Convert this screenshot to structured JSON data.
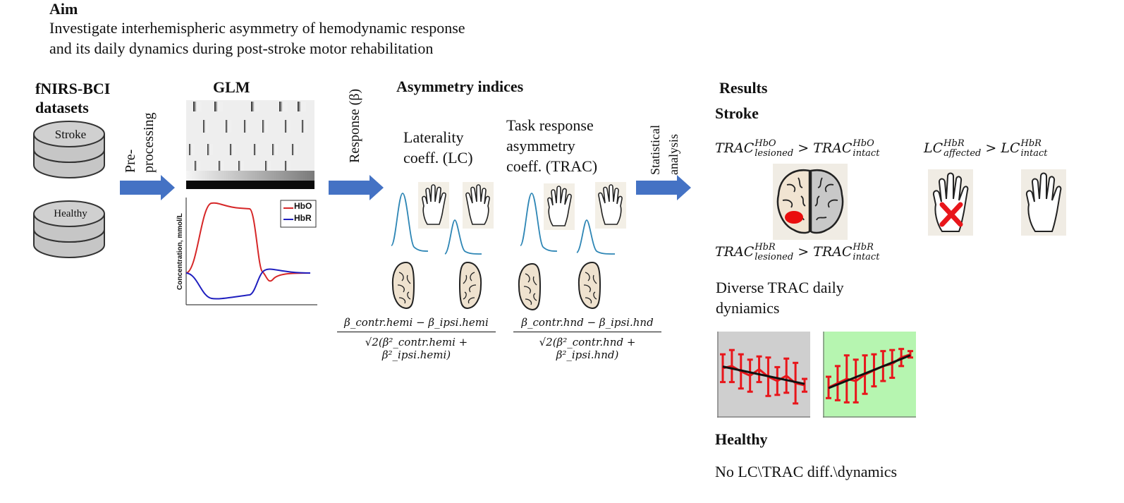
{
  "aim": {
    "title": "Aim",
    "line1": "Investigate interhemispheric asymmetry of hemodynamic response",
    "line2": "and its daily dynamics during post-stroke motor rehabilitation"
  },
  "datasets": {
    "title_line1": "fNIRS-BCI",
    "title_line2": "datasets",
    "stroke_label": "Stroke",
    "healthy_label": "Healthy"
  },
  "steps": {
    "preprocessing_line1": "Pre-",
    "preprocessing_line2": "processing",
    "response": "Response (β)",
    "statistical_line1": "Statistical",
    "statistical_line2": "analysis"
  },
  "glm": {
    "title": "GLM",
    "ylabel": "Concentration, mmol/L",
    "legend_hbo": "HbO",
    "legend_hbr": "HbR",
    "hbo_color": "#d62728",
    "hbr_color": "#1f1fbf"
  },
  "asymmetry": {
    "title": "Asymmetry indices",
    "lc_line1": "Laterality",
    "lc_line2": "coeff. (LC)",
    "trac_line1": "Task response",
    "trac_line2": "asymmetry",
    "trac_line3": "coeff. (TRAC)",
    "lc_formula_num": "β_contr.hemi − β_ipsi.hemi",
    "lc_formula_den": "√2(β²_contr.hemi + β²_ipsi.hemi)",
    "trac_formula_num": "β_contr.hnd − β_ipsi.hnd",
    "trac_formula_den": "√2(β²_contr.hnd + β²_ipsi.hnd)"
  },
  "results": {
    "title": "Results",
    "stroke_title": "Stroke",
    "ineq1_left": "TRAC",
    "ineq1_left_sup": "HbO",
    "ineq1_left_sub": "lesioned",
    "ineq1_right": "TRAC",
    "ineq1_right_sup": "HbO",
    "ineq1_right_sub": "intact",
    "ineq2_left": "LC",
    "ineq2_left_sup": "HbR",
    "ineq2_left_sub": "affected",
    "ineq2_right": "LC",
    "ineq2_right_sup": "HbR",
    "ineq2_right_sub": "intact",
    "ineq3_left": "TRAC",
    "ineq3_left_sup": "HbR",
    "ineq3_left_sub": "lesioned",
    "ineq3_right": "TRAC",
    "ineq3_right_sup": "HbR",
    "ineq3_right_sub": "intact",
    "gt": ">",
    "diverse_line1": "Diverse TRAC daily",
    "diverse_line2": "dyniamics",
    "healthy_title": "Healthy",
    "healthy_text": "No LC\\TRAC diff.\\dynamics"
  },
  "colors": {
    "arrow": "#4472c4",
    "error_red": "#e8161b",
    "panel_gray": "#cfcfcf",
    "panel_green": "#b6f5b0",
    "curve_blue": "#2e86b5"
  },
  "chart_data": [
    {
      "type": "line",
      "series": [
        {
          "values": [
            5.6,
            5.8,
            5.3,
            4.9,
            5.5,
            4.8,
            4.4,
            4.9,
            4.2,
            4.0
          ]
        },
        {
          "values": [
            3.8,
            4.2,
            4.6,
            4.4,
            5.0,
            5.4,
            5.8,
            6.0,
            6.6,
            6.9
          ]
        }
      ]
    }
  ]
}
